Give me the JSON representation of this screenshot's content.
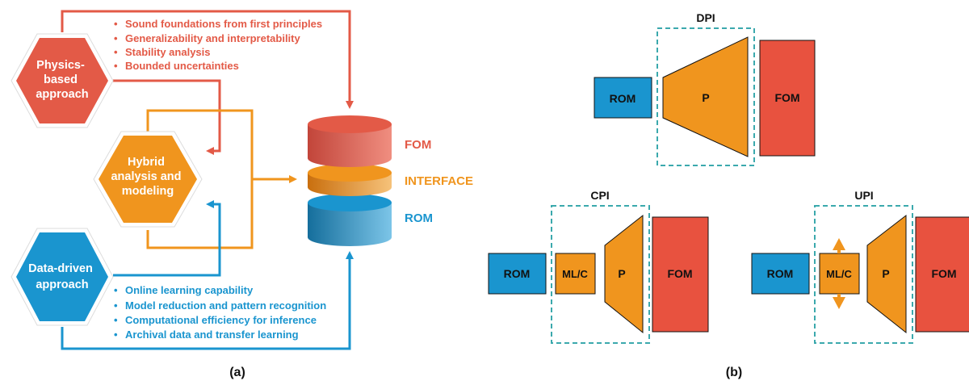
{
  "colors": {
    "physics": "#E35A47",
    "hybrid": "#F0951E",
    "data": "#1A95CF",
    "fom": "#E8523F",
    "rom": "#1A95CF",
    "p": "#F0951E",
    "dashed": "#3BA9AD",
    "dark": "#111111"
  },
  "panel_a": {
    "caption": "(a)",
    "physics_hex": {
      "lines": [
        "Physics-",
        "based",
        "approach"
      ]
    },
    "hybrid_hex": {
      "lines": [
        "Hybrid",
        "analysis and",
        "modeling"
      ]
    },
    "data_hex": {
      "lines": [
        "Data-driven",
        "approach"
      ]
    },
    "physics_bullets": [
      "Sound foundations from first principles",
      "Generalizability and interpretability",
      "Stability analysis",
      "Bounded uncertainties"
    ],
    "data_bullets": [
      "Online learning capability",
      "Model reduction and pattern recognition",
      "Computational efficiency for inference",
      "Archival data and transfer learning"
    ],
    "stack_labels": {
      "fom": "FOM",
      "interface": "INTERFACE",
      "rom": "ROM"
    },
    "bullet_char": "•"
  },
  "panel_b": {
    "caption": "(b)",
    "dpi": {
      "title": "DPI",
      "rom": "ROM",
      "p": "P",
      "fom": "FOM"
    },
    "cpi": {
      "title": "CPI",
      "rom": "ROM",
      "mlc": "ML/C",
      "p": "P",
      "fom": "FOM"
    },
    "upi": {
      "title": "UPI",
      "rom": "ROM",
      "mlc": "ML/C",
      "p": "P",
      "fom": "FOM"
    }
  }
}
